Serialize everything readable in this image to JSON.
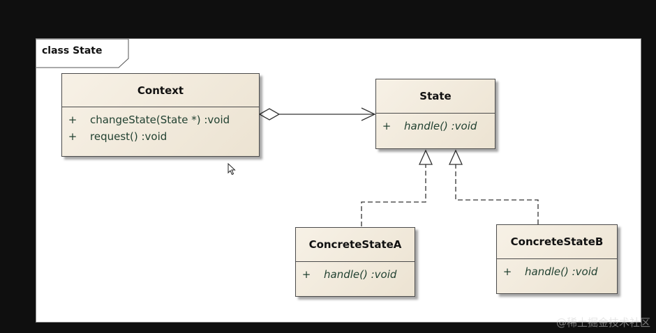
{
  "frame": {
    "label": "class State"
  },
  "classes": {
    "context": {
      "name": "Context",
      "operations": [
        {
          "visibility": "+",
          "signature": "changeState(State *)  :void"
        },
        {
          "visibility": "+",
          "signature": "request()  :void"
        }
      ]
    },
    "state": {
      "name": "State",
      "operations": [
        {
          "visibility": "+",
          "signature": "handle()  :void"
        }
      ]
    },
    "concrete_a": {
      "name": "ConcreteStateA",
      "operations": [
        {
          "visibility": "+",
          "signature": "handle()  :void"
        }
      ]
    },
    "concrete_b": {
      "name": "ConcreteStateB",
      "operations": [
        {
          "visibility": "+",
          "signature": "handle()  :void"
        }
      ]
    }
  },
  "relationships": [
    {
      "type": "aggregation",
      "from": "Context",
      "to": "State"
    },
    {
      "type": "realization",
      "from": "ConcreteStateA",
      "to": "State"
    },
    {
      "type": "realization",
      "from": "ConcreteStateB",
      "to": "State"
    }
  ],
  "watermark": "@稀土掘金技术社区",
  "colors": {
    "class_fill": "#f2ebdd",
    "border": "#4a4a4a",
    "operation_text": "#1f3f2f"
  }
}
